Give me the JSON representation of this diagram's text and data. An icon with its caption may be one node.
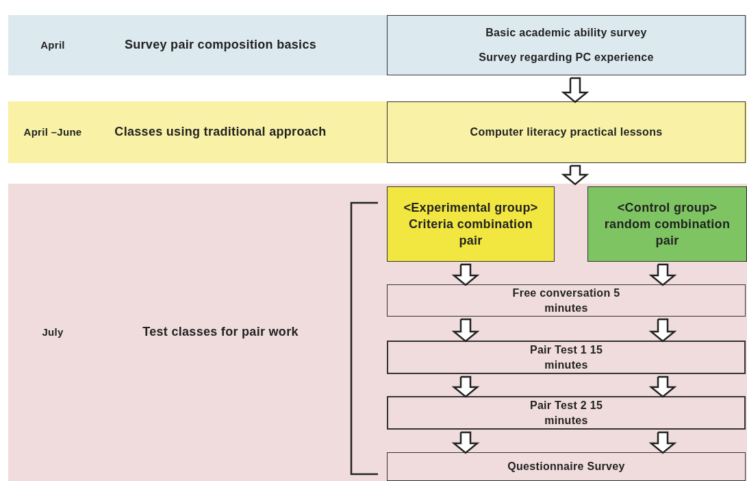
{
  "diagram": {
    "nodes": [
      {
        "text": [
          "April",
          "Survey pair composition basics"
        ]
      },
      {
        "text": [
          "Basic academic ability survey",
          "Survey regarding PC experience"
        ],
        "in": 0
      },
      {
        "text": [
          "April –June",
          "Classes using traditional approach"
        ]
      },
      {
        "text": [
          "Computer literacy practical lessons"
        ],
        "in": 2
      },
      {
        "text": [
          "July",
          "Test classes for pair work"
        ]
      },
      {
        "text": [
          "<Experimental group> Criteria combination pair"
        ],
        "in": 4
      },
      {
        "text": [
          "<Control group> random combination pair"
        ],
        "in": 4
      },
      {
        "text": [
          "Free conversation 5 minutes"
        ],
        "in": 4
      },
      {
        "text": [
          "Pair Test 1 15 minutes"
        ],
        "in": 4
      },
      {
        "text": [
          "Pair Test 2 15 minutes"
        ],
        "in": 4
      },
      {
        "text": [
          "Questionnaire Survey"
        ],
        "in": 4
      }
    ],
    "edges": [
      {
        "from": 1,
        "to": 3,
        "arrow": "to"
      },
      {
        "from": 3,
        "to": 4,
        "arrow": "to"
      },
      {
        "from": 5,
        "to": 7,
        "arrow": "to"
      },
      {
        "from": 6,
        "to": 7,
        "arrow": "to"
      },
      {
        "from": 7,
        "to": 8,
        "arrow": "to"
      },
      {
        "from": 7,
        "to": 8,
        "arrow": "to"
      },
      {
        "from": 8,
        "to": 9,
        "arrow": "to"
      },
      {
        "from": 8,
        "to": 9,
        "arrow": "to"
      },
      {
        "from": 9,
        "to": 10,
        "arrow": "to"
      },
      {
        "from": 9,
        "to": 10,
        "arrow": "to"
      }
    ]
  }
}
